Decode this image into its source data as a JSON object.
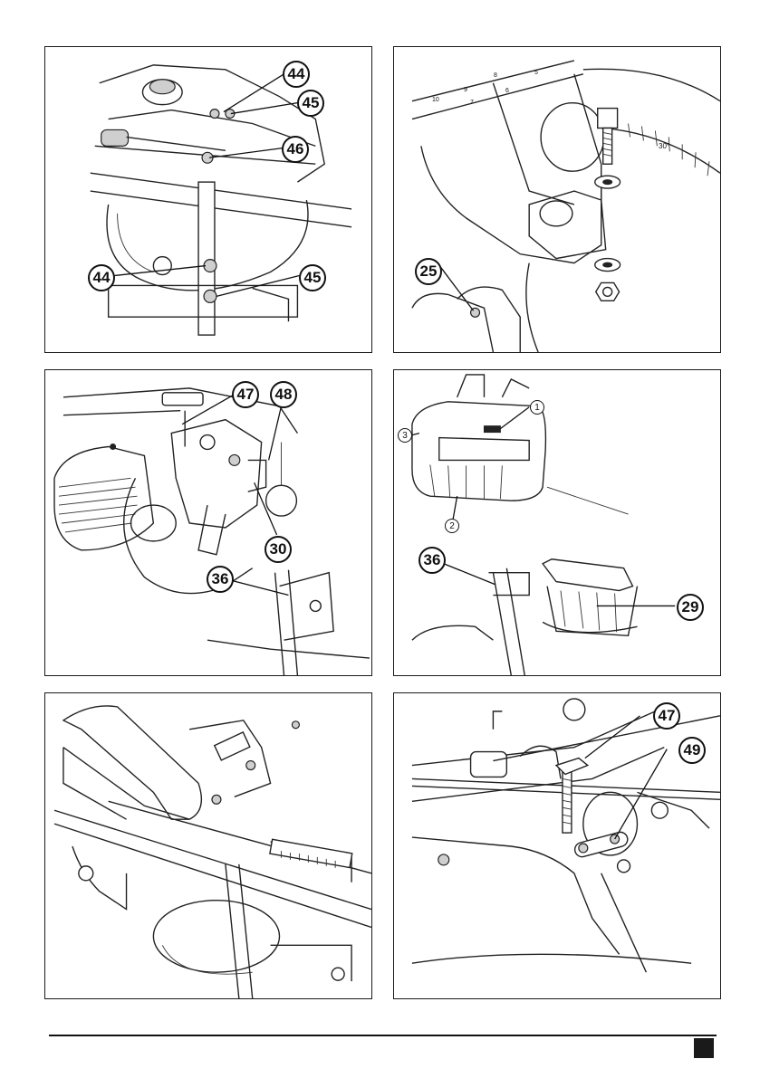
{
  "figures": [
    {
      "id": "fig-a",
      "callouts": [
        "44",
        "45",
        "46",
        "44",
        "45"
      ]
    },
    {
      "id": "fig-b",
      "callouts": [
        "25"
      ]
    },
    {
      "id": "fig-c",
      "callouts": [
        "47",
        "48",
        "30",
        "36"
      ]
    },
    {
      "id": "fig-d",
      "callouts": [
        "1",
        "3",
        "2",
        "36",
        "29"
      ]
    },
    {
      "id": "fig-e",
      "callouts": []
    },
    {
      "id": "fig-f",
      "callouts": [
        "47",
        "49"
      ]
    }
  ],
  "scale_labels": [
    "10",
    "9",
    "8",
    "7",
    "6",
    "5"
  ],
  "angle_label": "30°",
  "icons": [
    "saw-blade-icon",
    "bolt-icon",
    "washer-icon",
    "nut-icon",
    "handle-icon",
    "clamp-icon"
  ]
}
